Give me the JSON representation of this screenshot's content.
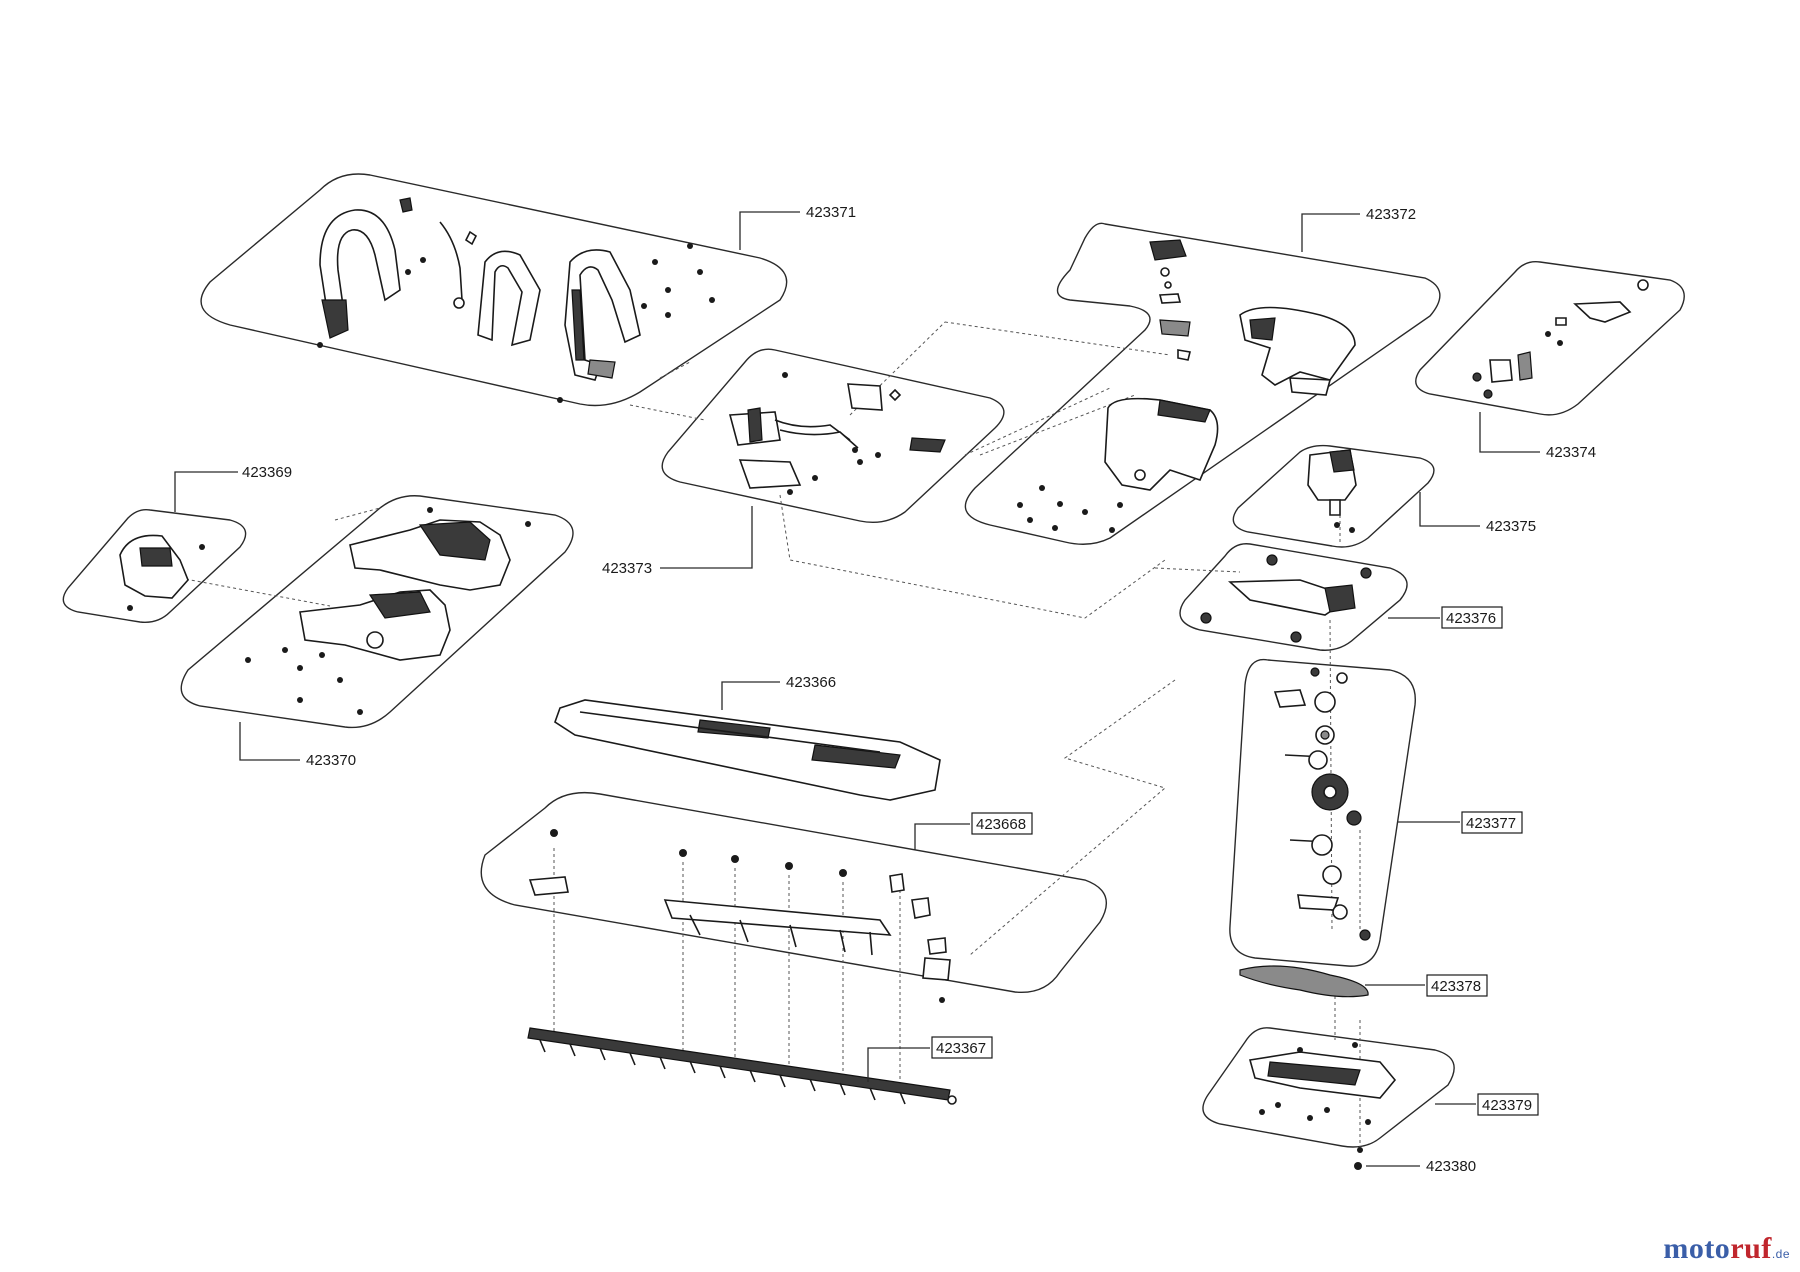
{
  "parts": {
    "p423371": "423371",
    "p423372": "423372",
    "p423369": "423369",
    "p423373": "423373",
    "p423374": "423374",
    "p423375": "423375",
    "p423376": "423376",
    "p423370": "423370",
    "p423366": "423366",
    "p423668": "423668",
    "p423377": "423377",
    "p423378": "423378",
    "p423367": "423367",
    "p423379": "423379",
    "p423380": "423380"
  },
  "brand": {
    "a": "moto",
    "b": "ruf",
    "suffix": ".de"
  },
  "colors": {
    "brand_blue": "#3a5ea8",
    "brand_red": "#c0262d",
    "line": "#1a1a1a"
  }
}
